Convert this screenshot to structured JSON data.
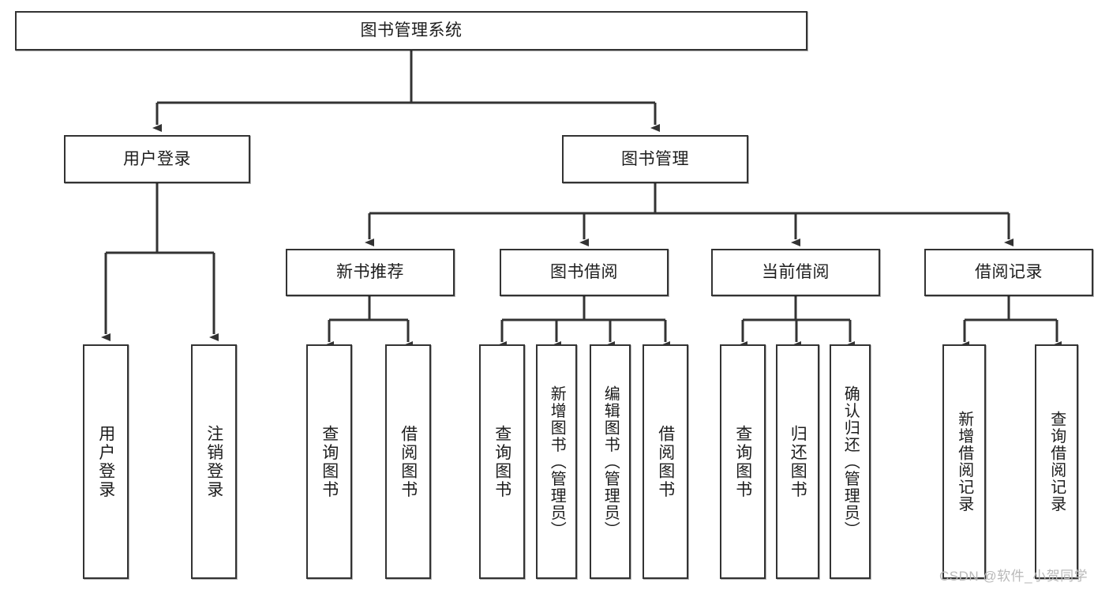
{
  "diagram": {
    "type": "tree",
    "title": "图书管理系统",
    "orientation": "top-down",
    "colors": {
      "box_border": "#333333",
      "box_fill": "#ffffff",
      "connector": "#333333",
      "text": "#1d1d1d",
      "watermark": "#b9b9b9",
      "background": "#ffffff"
    }
  },
  "watermark": {
    "text": "CSDN @软件_小贺同学"
  },
  "nodes": {
    "root": {
      "label": "图书管理系统"
    },
    "level2": [
      {
        "label": "用户登录"
      },
      {
        "label": "图书管理"
      }
    ],
    "level3": [
      {
        "label": "新书推荐"
      },
      {
        "label": "图书借阅"
      },
      {
        "label": "当前借阅"
      },
      {
        "label": "借阅记录"
      }
    ],
    "leaves_user_login": [
      {
        "label": "用户登录"
      },
      {
        "label": "注销登录"
      }
    ],
    "leaves_new_book": [
      {
        "label": "查询图书"
      },
      {
        "label": "借阅图书"
      }
    ],
    "leaves_borrow": [
      {
        "label": "查询图书"
      },
      {
        "label": "新增图书（管理员）"
      },
      {
        "label": "编辑图书（管理员）"
      },
      {
        "label": "借阅图书"
      }
    ],
    "leaves_current": [
      {
        "label": "查询图书"
      },
      {
        "label": "归还图书"
      },
      {
        "label": "确认归还（管理员）"
      }
    ],
    "leaves_records": [
      {
        "label": "新增借阅记录"
      },
      {
        "label": "查询借阅记录"
      }
    ]
  },
  "edges": [
    {
      "from": "图书管理系统",
      "to": "用户登录"
    },
    {
      "from": "图书管理系统",
      "to": "图书管理"
    },
    {
      "from": "图书管理",
      "to": "新书推荐"
    },
    {
      "from": "图书管理",
      "to": "图书借阅"
    },
    {
      "from": "图书管理",
      "to": "当前借阅"
    },
    {
      "from": "图书管理",
      "to": "借阅记录"
    },
    {
      "from": "用户登录",
      "to": "用户登录"
    },
    {
      "from": "用户登录",
      "to": "注销登录"
    },
    {
      "from": "新书推荐",
      "to": "查询图书"
    },
    {
      "from": "新书推荐",
      "to": "借阅图书"
    },
    {
      "from": "图书借阅",
      "to": "查询图书"
    },
    {
      "from": "图书借阅",
      "to": "新增图书（管理员）"
    },
    {
      "from": "图书借阅",
      "to": "编辑图书（管理员）"
    },
    {
      "from": "图书借阅",
      "to": "借阅图书"
    },
    {
      "from": "当前借阅",
      "to": "查询图书"
    },
    {
      "from": "当前借阅",
      "to": "归还图书"
    },
    {
      "from": "当前借阅",
      "to": "确认归还（管理员）"
    },
    {
      "from": "借阅记录",
      "to": "新增借阅记录"
    },
    {
      "from": "借阅记录",
      "to": "查询借阅记录"
    }
  ]
}
